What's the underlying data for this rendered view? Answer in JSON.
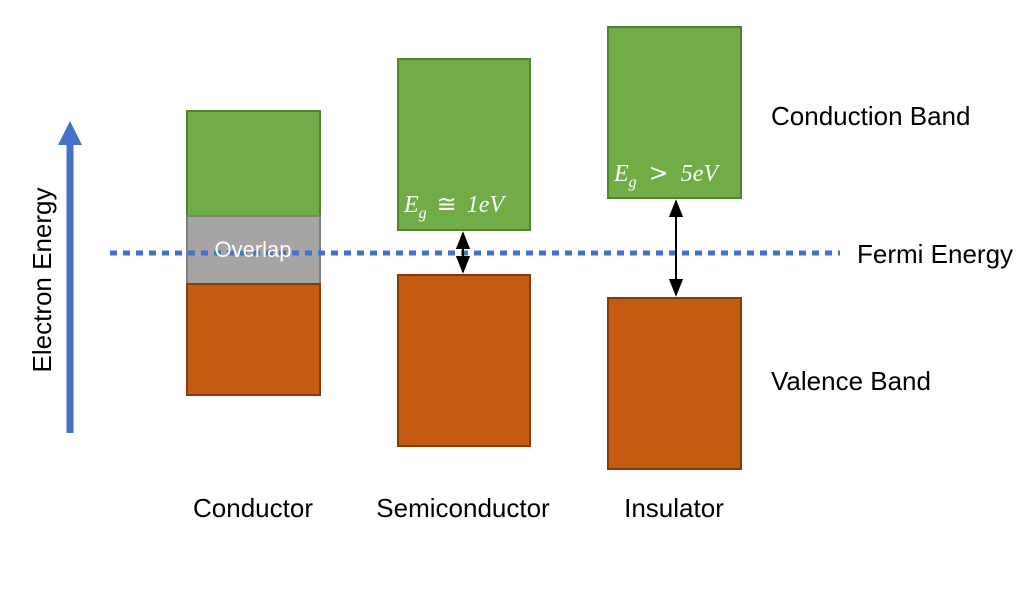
{
  "axis": {
    "label": "Electron Energy"
  },
  "fermi_label": "Fermi Energy",
  "band_labels": {
    "conduction": "Conduction Band",
    "valence": "Valence Band"
  },
  "materials": {
    "conductor": {
      "label": "Conductor",
      "overlap_label": "Overlap"
    },
    "semiconductor": {
      "label": "Semiconductor",
      "gap": {
        "symbol": "E",
        "subscript": "g",
        "operator": "≅",
        "value": "1eV"
      }
    },
    "insulator": {
      "label": "Insulator",
      "gap": {
        "symbol": "E",
        "subscript": "g",
        "operator": ">",
        "value": "5eV"
      }
    }
  },
  "colors": {
    "conduction_fill": "#70ad47",
    "conduction_stroke": "#548235",
    "valence_fill": "#c55a11",
    "valence_stroke": "#843c0c",
    "overlap_fill": "#a5a5a5",
    "overlap_stroke": "#7f7f7f",
    "fermi_line": "#4472c4",
    "axis_arrow": "#4472c4"
  }
}
